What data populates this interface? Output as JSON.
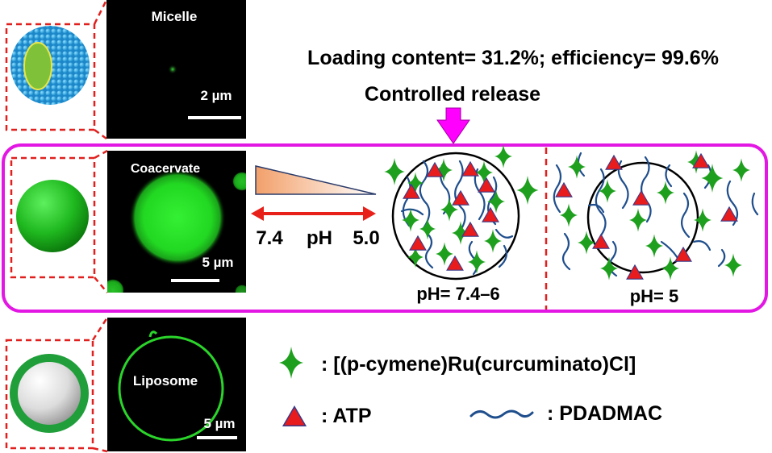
{
  "panels": {
    "micelle": {
      "label": "Micelle",
      "scale": "2 µm"
    },
    "coacervate": {
      "label": "Coacervate",
      "scale": "5 µm"
    },
    "liposome": {
      "label": "Liposome",
      "scale": "5 µm"
    }
  },
  "header": {
    "loading_text": "Loading content= 31.2%; efficiency= 99.6%",
    "release_text": "Controlled release"
  },
  "ph_gradient": {
    "low": "7.4",
    "mid": "pH",
    "high": "5.0"
  },
  "states": {
    "neutral": "pH= 7.4–6",
    "acidic": "pH= 5"
  },
  "legend": {
    "drug": ": [(p-cymene)Ru(curcuminato)Cl]",
    "atp": ": ATP",
    "polymer": ": PDADMAC"
  },
  "colors": {
    "frame": "#e317e3",
    "arrow": "#ff00ff",
    "dashed": "#e0201e",
    "star": "#1ea01e",
    "triangle": "#e81c1c",
    "polymer": "#1f4e8c",
    "fluorescence": "#22e022"
  }
}
